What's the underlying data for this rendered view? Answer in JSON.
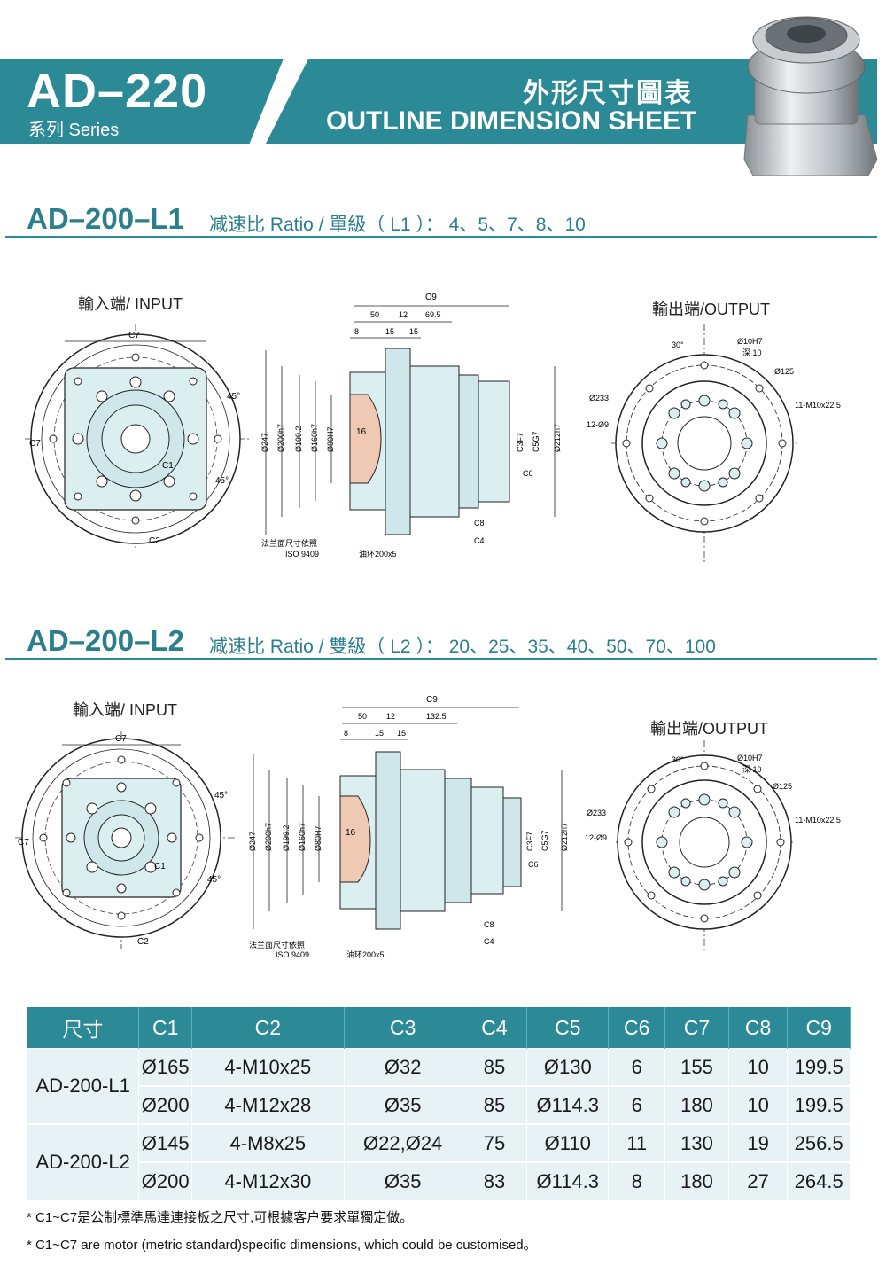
{
  "header": {
    "series_name": "AD–220",
    "series_sub": "系列 Series",
    "sheet_title_cn": "外形尺寸圖表",
    "sheet_title_en": "OUTLINE DIMENSION SHEET"
  },
  "sections": [
    {
      "model": "AD–200–L1",
      "ratio": "减速比 Ratio / 單級（ L1 ）： 4、5、7、8、10",
      "input_label": "輸入端/ INPUT",
      "output_label": "輸出端/OUTPUT",
      "side_dims": {
        "c9": "C9",
        "a": "50",
        "b": "12",
        "c": "69.5",
        "d": "8",
        "e": "15",
        "f": "15"
      },
      "flange_note_1": "法兰面尺寸依照",
      "flange_note_2": "ISO 9409",
      "oil_ring": "油环200x5"
    },
    {
      "model": "AD–200–L2",
      "ratio": "减速比 Ratio / 雙級（ L2 ）： 20、25、35、40、50、70、100",
      "input_label": "輸入端/ INPUT",
      "output_label": "輸出端/OUTPUT",
      "side_dims": {
        "c9": "C9",
        "a": "50",
        "b": "12",
        "c": "132.5",
        "d": "8",
        "e": "15",
        "f": "15"
      },
      "flange_note_1": "法兰面尺寸依照",
      "flange_note_2": "ISO 9409",
      "oil_ring": "油环200x5"
    }
  ],
  "drawing_labels": {
    "c7": "C7",
    "c2": "C2",
    "c1": "C1",
    "c8": "C8",
    "c4": "C4",
    "c6": "C6",
    "c3": "C3F7",
    "c5": "C5G7",
    "deg45": "45°",
    "deg30": "30°",
    "d247": "Ø247",
    "d200": "Ø200h7",
    "d199": "Ø199.2",
    "d160": "Ø160h7",
    "d80": "Ø80H7",
    "d212": "Ø212h7",
    "sixteen": "16",
    "d10": "Ø10H7",
    "deep10": "深 10",
    "d125": "Ø125",
    "d233": "Ø233",
    "holes12": "12-Ø9",
    "m10": "11-M10x22.5"
  },
  "table": {
    "headers": [
      "尺寸",
      "C1",
      "C2",
      "C3",
      "C4",
      "C5",
      "C6",
      "C7",
      "C8",
      "C9"
    ],
    "groups": [
      {
        "model": "AD-200-L1",
        "rows": [
          [
            "Ø165",
            "4-M10x25",
            "Ø32",
            "85",
            "Ø130",
            "6",
            "155",
            "10",
            "199.5"
          ],
          [
            "Ø200",
            "4-M12x28",
            "Ø35",
            "85",
            "Ø114.3",
            "6",
            "180",
            "10",
            "199.5"
          ]
        ]
      },
      {
        "model": "AD-200-L2",
        "rows": [
          [
            "Ø145",
            "4-M8x25",
            "Ø22,Ø24",
            "75",
            "Ø110",
            "11",
            "130",
            "19",
            "256.5"
          ],
          [
            "Ø200",
            "4-M12x30",
            "Ø35",
            "83",
            "Ø114.3",
            "8",
            "180",
            "27",
            "264.5"
          ]
        ]
      }
    ]
  },
  "notes": [
    "* C1~C7是公制標準馬達連接板之尺寸,可根據客户要求單獨定做。",
    "* C1~C7 are motor (metric standard)specific dimensions, which could be customised。"
  ]
}
